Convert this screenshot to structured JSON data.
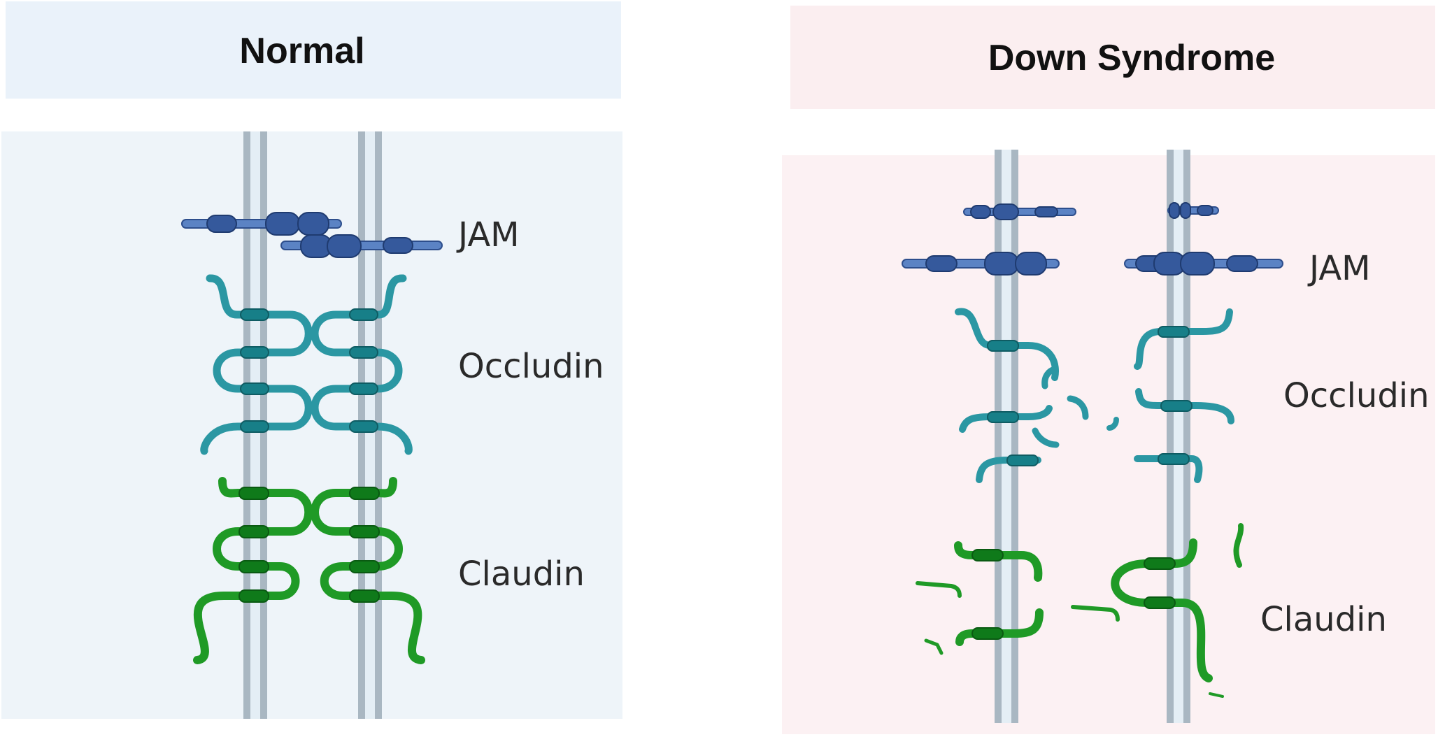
{
  "panels": {
    "normal": {
      "title": "Normal",
      "labels": {
        "jam": "JAM",
        "occludin": "Occludin",
        "claudin": "Claudin"
      },
      "header_color": "#eaf2fa",
      "background_color": "#eef4f9"
    },
    "down_syndrome": {
      "title": "Down Syndrome",
      "labels": {
        "jam": "JAM",
        "occludin": "Occludin",
        "claudin": "Claudin"
      },
      "header_color": "#fbeef0",
      "background_color": "#fcf1f3"
    }
  },
  "colors": {
    "membrane": "#a9b7c2",
    "membrane_core": "#e4eef5",
    "jam": "#35599c",
    "occludin": "#2b97a3",
    "occludin_dark": "#177f88",
    "claudin": "#1f9a26",
    "claudin_dark": "#0f7a1a"
  },
  "icons": {
    "membrane": "lipid-bilayer-icon",
    "jam": "jam-protein-icon",
    "occludin": "occludin-strand-icon",
    "claudin": "claudin-strand-icon"
  }
}
